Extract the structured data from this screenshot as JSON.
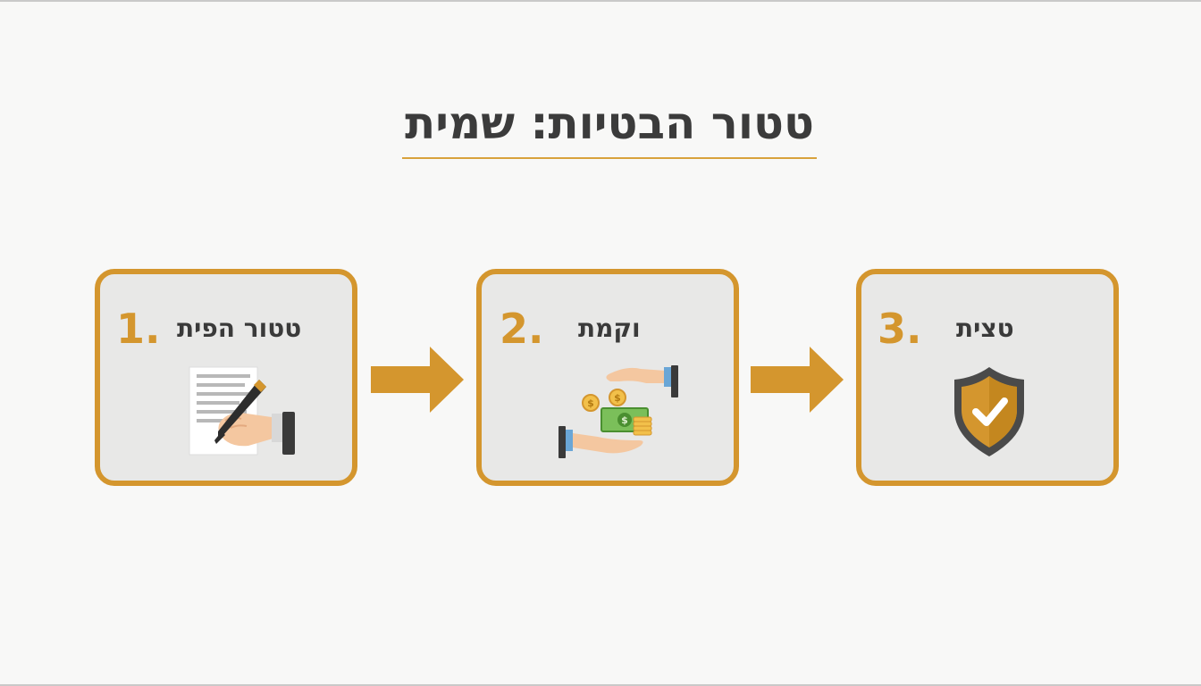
{
  "diagram": {
    "title": "טטור הבטיות: שמית",
    "steps": [
      {
        "number": "1.",
        "label": "טטור הפית",
        "icon": "signing-contract-icon"
      },
      {
        "number": "2.",
        "label": "וקמת",
        "icon": "money-exchange-icon"
      },
      {
        "number": "3.",
        "label": "טצית",
        "icon": "shield-check-icon"
      }
    ],
    "connector_icon": "arrow-right-icon"
  },
  "colors": {
    "accent": "#d4962e",
    "card_background": "#e8e8e7",
    "text": "#3a3a3a",
    "page_background": "#f8f8f7"
  }
}
